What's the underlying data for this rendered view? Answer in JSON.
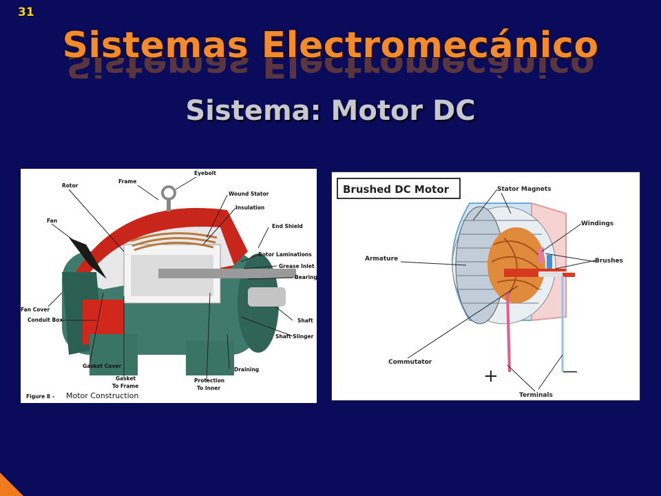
{
  "slide_number": "31",
  "title": "Sistemas Electromecánico",
  "subtitle": "Sistema: Motor DC",
  "colors": {
    "background": "#0b0b5c",
    "title": "#f28a2e",
    "subtitle": "#c7c7cf",
    "slide_number": "#ffd200",
    "corner_accent": "#f07a1c"
  },
  "left_figure": {
    "caption_prefix": "Figure 8 –",
    "caption_text": "Motor Construction",
    "labels": {
      "rotor": "Rotor",
      "frame": "Frame",
      "eyebolt": "Eyebolt",
      "wound_stator": "Wound Stator",
      "insulation": "Insulation",
      "fan": "Fan",
      "end_shield": "End Shield",
      "rotor_laminations": "Rotor Laminations",
      "grease_inlet": "Grease Inlet",
      "bearing": "Bearing",
      "fan_cover": "Fan Cover",
      "conduit_box": "Conduit Box",
      "shaft": "Shaft",
      "shaft_slinger": "Shaft Slinger",
      "draining": "Draining",
      "gasket_cover": "Gasket Cover",
      "gasket_to_frame_1": "Gasket",
      "gasket_to_frame_2": "To Frame",
      "protection_1": "Protection",
      "protection_2": "To Inner"
    }
  },
  "right_figure": {
    "title": "Brushed DC Motor",
    "labels": {
      "stator_magnets": "Stator Magnets",
      "windings": "Windings",
      "armature": "Armature",
      "brushes": "Brushes",
      "commutator": "Commutator",
      "terminals": "Terminals",
      "plus": "+",
      "minus": "—"
    }
  }
}
